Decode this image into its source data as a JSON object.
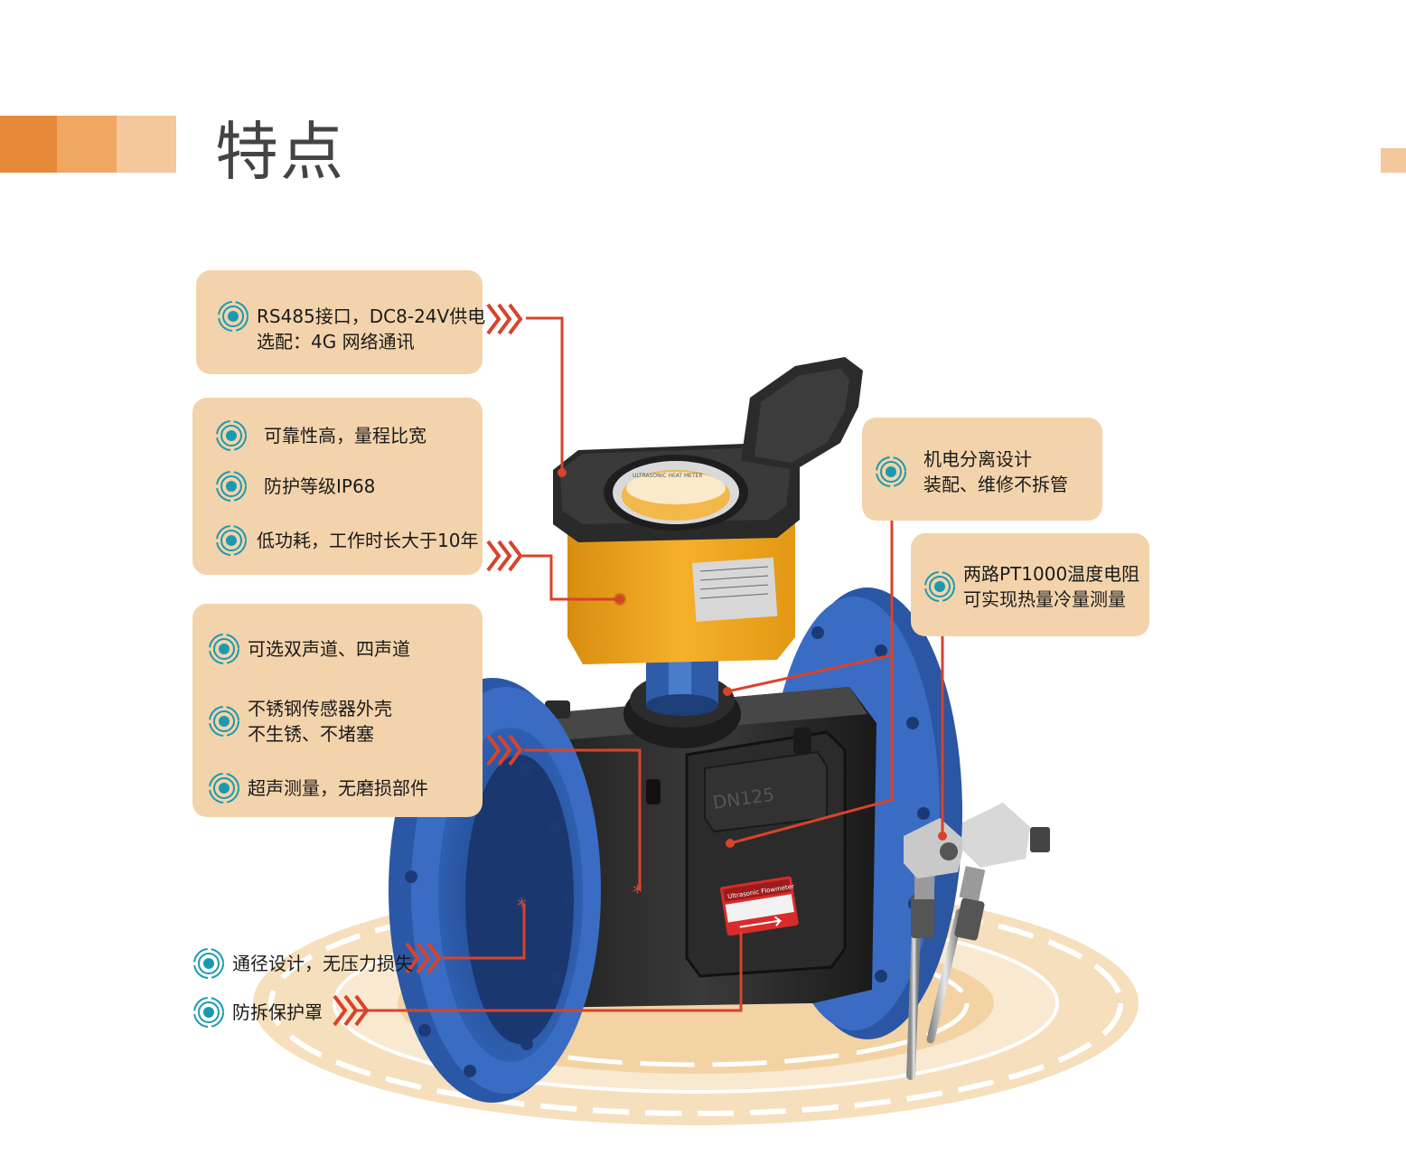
{
  "header": {
    "title": "特点"
  },
  "colors": {
    "accent": "#e05a2b",
    "card": "#f3d3ab",
    "icon": "#1a9ab0",
    "pipe_blue": "#2f5fb0",
    "body_black": "#262626",
    "head_yellow": "#f2a51c"
  },
  "groups": {
    "comm": {
      "items": [
        {
          "lines": [
            "RS485接口，DC8-24V供电",
            "选配：4G  网络通讯"
          ]
        }
      ]
    },
    "reliability": {
      "items": [
        {
          "label": "可靠性高，量程比宽"
        },
        {
          "label": "防护等级IP68"
        },
        {
          "label": "低功耗，工作时长大于10年"
        }
      ]
    },
    "sensor": {
      "items": [
        {
          "label": "可选双声道、四声道"
        },
        {
          "lines": [
            "不锈钢传感器外壳",
            "不生锈、不堵塞"
          ]
        },
        {
          "label": "超声测量，无磨损部件"
        }
      ]
    },
    "separation": {
      "lines": [
        "机电分离设计",
        "装配、维修不拆管"
      ]
    },
    "temperature": {
      "lines": [
        "两路PT1000温度电阻",
        "可实现热量冷量测量"
      ]
    },
    "bottom": {
      "items": [
        {
          "label": "通径设计，无压力损失"
        },
        {
          "label": "防拆保护罩"
        }
      ]
    }
  },
  "product": {
    "size_label": "DN125",
    "head_label": "ULTRASONIC HEAT METER",
    "nameplate_title": "Ultrasonic Flowmeter"
  },
  "icons": [
    "target-icon",
    "chevron-arrow-icon"
  ]
}
